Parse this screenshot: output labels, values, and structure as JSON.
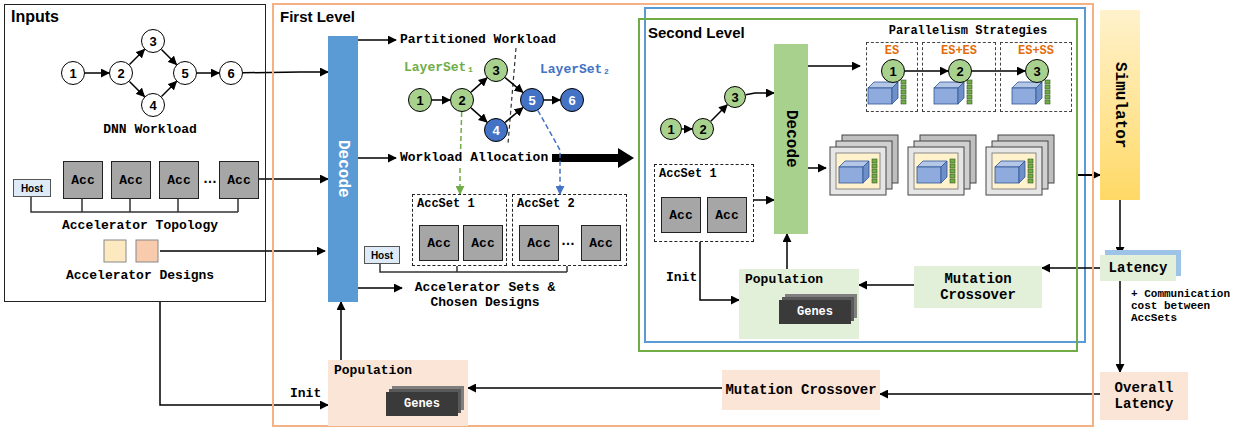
{
  "diagram": {
    "nodes": [
      {
        "text": [
          "Inputs"
        ]
      },
      {
        "text": [
          "1"
        ],
        "in": 0
      },
      {
        "text": [
          "2"
        ],
        "in": 0
      },
      {
        "text": [
          "3"
        ],
        "in": 0
      },
      {
        "text": [
          "4"
        ],
        "in": 0
      },
      {
        "text": [
          "5"
        ],
        "in": 0
      },
      {
        "text": [
          "6"
        ],
        "in": 0
      },
      {
        "text": [
          "Host"
        ],
        "in": 0
      },
      {
        "text": [
          "Acc"
        ],
        "in": 0
      },
      {
        "text": [
          "Acc"
        ],
        "in": 0
      },
      {
        "text": [
          "Acc"
        ],
        "in": 0
      },
      {
        "text": [
          "Acc"
        ],
        "in": 0
      },
      {
        "text": [
          "First Level"
        ]
      },
      {
        "text": [
          "Decode"
        ],
        "in": 12
      },
      {
        "text": [
          "1"
        ],
        "in": 12
      },
      {
        "text": [
          "2"
        ],
        "in": 12
      },
      {
        "text": [
          "3"
        ],
        "in": 12
      },
      {
        "text": [
          "4"
        ],
        "in": 12
      },
      {
        "text": [
          "5"
        ],
        "in": 12
      },
      {
        "text": [
          "6"
        ],
        "in": 12
      },
      {
        "text": [
          "Host"
        ],
        "in": 12
      },
      {
        "text": [
          "AccSet 1"
        ],
        "in": 12
      },
      {
        "text": [
          "Acc"
        ],
        "in": 21
      },
      {
        "text": [
          "Acc"
        ],
        "in": 21
      },
      {
        "text": [
          "AccSet 2"
        ],
        "in": 12
      },
      {
        "text": [
          "Acc"
        ],
        "in": 24
      },
      {
        "text": [
          "Acc"
        ],
        "in": 24
      },
      {
        "text": [
          "Population"
        ],
        "in": 12
      },
      {
        "text": [
          "Genes"
        ],
        "in": 27
      },
      {
        "text": [
          "Mutation Crossover"
        ],
        "in": 12
      },
      {
        "text": [
          "Second Level"
        ],
        "in": 12
      },
      {
        "text": [
          "1"
        ],
        "in": 30
      },
      {
        "text": [
          "2"
        ],
        "in": 30
      },
      {
        "text": [
          "3"
        ],
        "in": 30
      },
      {
        "text": [
          "AccSet 1"
        ],
        "in": 30
      },
      {
        "text": [
          "Acc"
        ],
        "in": 34
      },
      {
        "text": [
          "Acc"
        ],
        "in": 34
      },
      {
        "text": [
          "Decode"
        ],
        "in": 30
      },
      {
        "text": [
          "Parallelism Strategies"
        ],
        "in": 30
      },
      {
        "text": [
          "ES"
        ],
        "in": 38
      },
      {
        "text": [
          "1"
        ],
        "in": 39
      },
      {
        "text": [
          "ES+ES"
        ],
        "in": 38
      },
      {
        "text": [
          "2"
        ],
        "in": 41
      },
      {
        "text": [
          "ES+SS"
        ],
        "in": 38
      },
      {
        "text": [
          "3"
        ],
        "in": 43
      },
      {
        "text": [
          "Population"
        ],
        "in": 30
      },
      {
        "text": [
          "Genes"
        ],
        "in": 45
      },
      {
        "text": [
          "Mutation Crossover"
        ],
        "in": 30
      },
      {
        "text": [
          "Simulator"
        ]
      },
      {
        "text": [
          "Latency"
        ]
      },
      {
        "text": [
          "Overall Latency"
        ]
      }
    ],
    "edges": [
      {
        "from": 1,
        "to": 2,
        "arrow": "to"
      },
      {
        "from": 2,
        "to": 3,
        "arrow": "to"
      },
      {
        "from": 2,
        "to": 4,
        "arrow": "to"
      },
      {
        "from": 3,
        "to": 5,
        "arrow": "to"
      },
      {
        "from": 4,
        "to": 5,
        "arrow": "to"
      },
      {
        "from": 5,
        "to": 6,
        "arrow": "to"
      },
      {
        "from": 14,
        "to": 15,
        "arrow": "to"
      },
      {
        "from": 15,
        "to": 16,
        "arrow": "to"
      },
      {
        "from": 15,
        "to": 17,
        "arrow": "to"
      },
      {
        "from": 16,
        "to": 18,
        "arrow": "to"
      },
      {
        "from": 17,
        "to": 18,
        "arrow": "to"
      },
      {
        "from": 18,
        "to": 19,
        "arrow": "to"
      },
      {
        "from": 31,
        "to": 32,
        "arrow": "to"
      },
      {
        "from": 32,
        "to": 33,
        "arrow": "to"
      },
      {
        "from": 40,
        "to": 42,
        "arrow": "to"
      },
      {
        "from": 42,
        "to": 44,
        "arrow": "to"
      },
      {
        "from": 6,
        "to": 13,
        "arrow": "to"
      },
      {
        "from": 11,
        "to": 13,
        "arrow": "to"
      },
      {
        "from": 0,
        "to": 27,
        "label": "Init",
        "arrow": "to"
      },
      {
        "from": 27,
        "to": 13,
        "arrow": "to"
      },
      {
        "from": 29,
        "to": 27,
        "arrow": "to"
      },
      {
        "from": 50,
        "to": 29,
        "arrow": "to"
      },
      {
        "from": 15,
        "to": 21,
        "arrow": "to"
      },
      {
        "from": 18,
        "to": 24,
        "arrow": "to"
      },
      {
        "from": 34,
        "to": 45,
        "label": "Init",
        "arrow": "to"
      },
      {
        "from": 45,
        "to": 37,
        "arrow": "to"
      },
      {
        "from": 33,
        "to": 37,
        "arrow": "to"
      },
      {
        "from": 34,
        "to": 37,
        "arrow": "to"
      },
      {
        "from": 37,
        "to": 38,
        "arrow": "to"
      },
      {
        "from": 30,
        "to": 48,
        "arrow": "to"
      },
      {
        "from": 48,
        "to": 49,
        "arrow": "to"
      },
      {
        "from": 49,
        "to": 47,
        "arrow": "to"
      },
      {
        "from": 47,
        "to": 45,
        "arrow": "to"
      },
      {
        "from": 49,
        "to": 50,
        "label": "+ Communication cost between AccSets",
        "arrow": "to"
      }
    ],
    "labels": [
      "DNN Workload",
      "Accelerator Topology",
      "Accelerator Designs",
      "…",
      "Partitioned Workload",
      "LayerSet₁",
      "LayerSet₂",
      "Workload Allocation",
      "…",
      "Accelerator Sets & Chosen Designs"
    ]
  }
}
